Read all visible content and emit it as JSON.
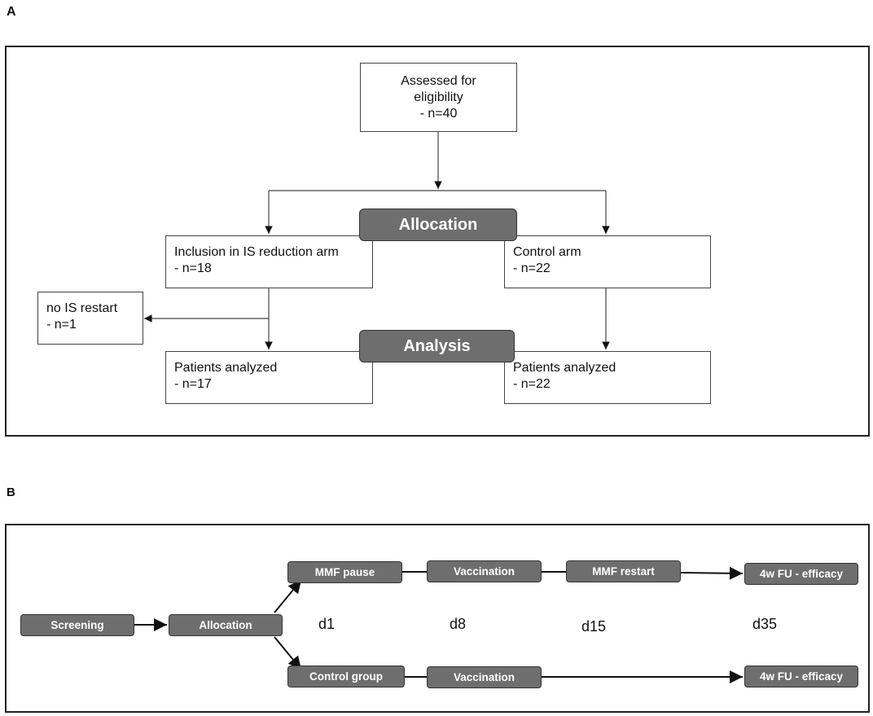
{
  "panel_a": {
    "label": "A",
    "assessed": {
      "line1": "Assessed for",
      "line2": "eligibility",
      "line3": "- n=40"
    },
    "allocation_label": "Allocation",
    "analysis_label": "Analysis",
    "is_arm": {
      "line1": "Inclusion in IS reduction arm",
      "line2": "- n=18"
    },
    "control_arm": {
      "line1": "Control arm",
      "line2": "- n=22"
    },
    "no_restart": {
      "line1": "no IS restart",
      "line2": "- n=1"
    },
    "is_analyzed": {
      "line1": "Patients analyzed",
      "line2": "- n=17"
    },
    "control_analyzed": {
      "line1": "Patients analyzed",
      "line2": "- n=22"
    }
  },
  "panel_b": {
    "label": "B",
    "screening": "Screening",
    "allocation": "Allocation",
    "mmf_pause": "MMF pause",
    "vaccination_top": "Vaccination",
    "mmf_restart": "MMF restart",
    "fu_top": "4w FU - efficacy",
    "control_group": "Control group",
    "vaccination_bottom": "Vaccination",
    "fu_bottom": "4w FU - efficacy",
    "days": [
      "d1",
      "d8",
      "d15",
      "d35"
    ]
  }
}
